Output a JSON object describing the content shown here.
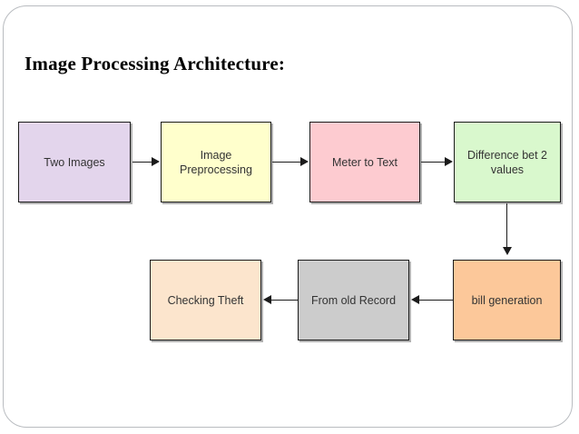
{
  "slide": {
    "title": "Image Processing Architecture:"
  },
  "diagram": {
    "nodes": [
      {
        "id": "two-images",
        "label": "Two Images",
        "color": "#e3d5ec"
      },
      {
        "id": "image-preprocessing",
        "label": "Image Preprocessing",
        "color": "#ffffcc"
      },
      {
        "id": "meter-to-text",
        "label": "Meter to Text",
        "color": "#fdcbd0"
      },
      {
        "id": "difference-bet-2-values",
        "label": "Difference bet 2 values",
        "color": "#d9f8cd"
      },
      {
        "id": "bill-generation",
        "label": "bill generation",
        "color": "#fcc89a"
      },
      {
        "id": "from-old-record",
        "label": "From old Record",
        "color": "#cccccc"
      },
      {
        "id": "checking-theft",
        "label": "Checking Theft",
        "color": "#fce5cd"
      }
    ],
    "edges": [
      {
        "from": "two-images",
        "to": "image-preprocessing",
        "direction": "right"
      },
      {
        "from": "image-preprocessing",
        "to": "meter-to-text",
        "direction": "right"
      },
      {
        "from": "meter-to-text",
        "to": "difference-bet-2-values",
        "direction": "right"
      },
      {
        "from": "difference-bet-2-values",
        "to": "bill-generation",
        "direction": "down"
      },
      {
        "from": "bill-generation",
        "to": "from-old-record",
        "direction": "left"
      },
      {
        "from": "from-old-record",
        "to": "checking-theft",
        "direction": "left"
      }
    ]
  }
}
